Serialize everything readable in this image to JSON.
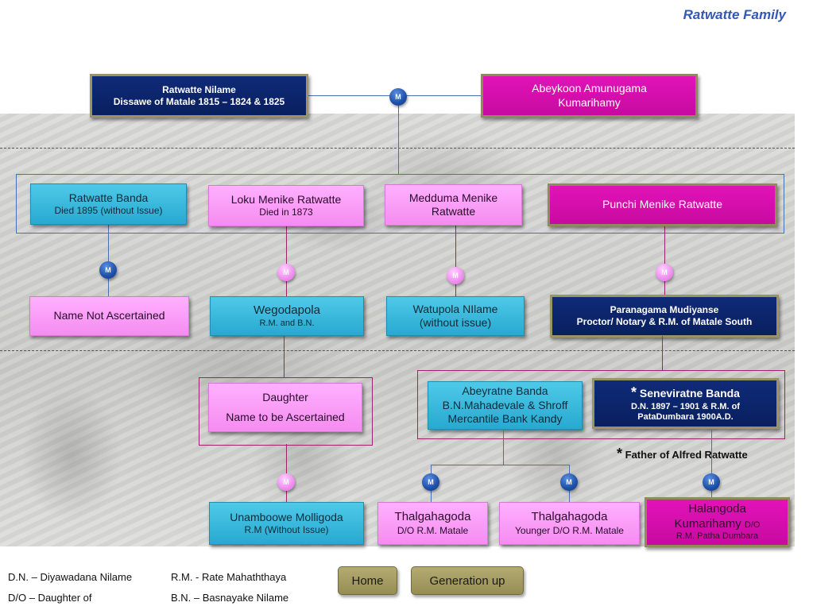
{
  "page": {
    "title": "Ratwatte Family"
  },
  "generation1": {
    "father": {
      "name": "Ratwatte Nilame",
      "detail": "Dissawe of Matale 1815 – 1824 & 1825"
    },
    "mother": {
      "name": "Abeykoon Amunugama",
      "detail": "Kumarihamy"
    },
    "marriage_label": "M"
  },
  "generation2": [
    {
      "name": "Ratwatte Banda",
      "detail": "Died 1895  (without Issue)"
    },
    {
      "name": "Loku Menike Ratwatte",
      "detail": "Died in 1873"
    },
    {
      "name": "Medduma Menike",
      "detail": "Ratwatte"
    },
    {
      "name": "Punchi Menike Ratwatte",
      "detail": ""
    }
  ],
  "spouses2": [
    {
      "name": "Name  Not Ascertained",
      "detail": ""
    },
    {
      "name": "Wegodapola",
      "detail": "R.M. and B.N."
    },
    {
      "name": "Watupola NIlame",
      "detail": "(without issue)"
    },
    {
      "name": "Paranagama Mudiyanse",
      "detail": "Proctor/ Notary  & R.M. of Matale South"
    }
  ],
  "generation3": [
    {
      "name": "Daughter",
      "detail": "Name  to be Ascertained"
    },
    {
      "name": "Abeyratne Banda",
      "detail": "B.N.Mahadevale & Shroff",
      "detail2": "Mercantile Bank Kandy"
    },
    {
      "star": "*",
      "name": "Seneviratne Banda",
      "detail": "D.N. 1897 – 1901 & R.M. of",
      "detail2": "PataDumbara 1900A.D."
    }
  ],
  "footnote": {
    "star": "*",
    "text": "Father of Alfred Ratwatte"
  },
  "spouses3": [
    {
      "name": "Unamboowe Molligoda",
      "detail": "R.M (Without Issue)"
    },
    {
      "name": "Thalgahagoda",
      "detail": "D/O R.M. Matale"
    },
    {
      "name": "Thalgahagoda",
      "detail": "Younger D/O R.M. Matale"
    },
    {
      "name": "Halangoda",
      "detail": "Kumarihamy",
      "detail_small": "D/O",
      "detail2": "R.M. Patha Dumbara"
    }
  ],
  "legend": [
    {
      "text": "D.N. – Diyawadana  Nilame"
    },
    {
      "text": "D/O  – Daughter of"
    },
    {
      "text": "R.M. - Rate Mahaththaya"
    },
    {
      "text": "B.N. – Basnayake  Nilame"
    }
  ],
  "buttons": {
    "home": "Home",
    "generation_up": "Generation up"
  },
  "colors": {
    "navy": "#0f2a78",
    "magenta": "#e213b8",
    "cyan": "#3bb9dc",
    "pink": "#f9a0f5",
    "button": "#a69d62",
    "title": "#3358b5"
  }
}
